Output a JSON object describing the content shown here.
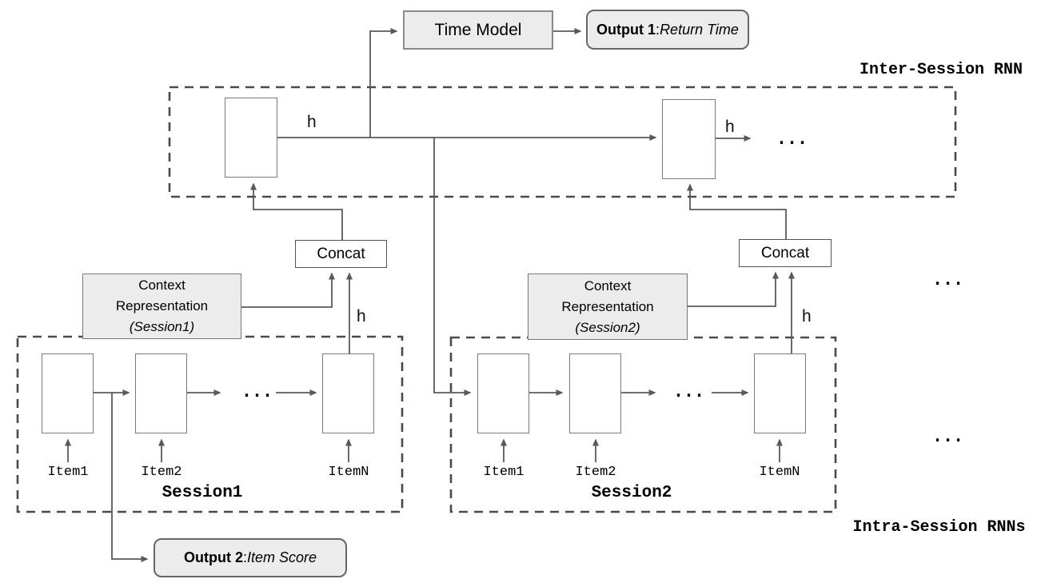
{
  "colors": {
    "line": "#595959",
    "dash": "#4a4a4a",
    "cell_border": "#7a7a7a",
    "box_fill": "#ececec"
  },
  "top": {
    "time_model_label": "Time Model",
    "output1_bold": "Output 1",
    "output1_sep": ": ",
    "output1_italic": "Return Time"
  },
  "inter_session": {
    "title": "Inter-Session RNN",
    "h_left": "h",
    "h_right": "h",
    "ellipsis": "..."
  },
  "concat": {
    "left_label": "Concat",
    "right_label": "Concat"
  },
  "context_left": {
    "line1": "Context",
    "line2": "Representation",
    "line3": "(Session1)"
  },
  "context_right": {
    "line1": "Context",
    "line2": "Representation",
    "line3": "(Session2)"
  },
  "session_h": {
    "left": "h",
    "right": "h"
  },
  "session1": {
    "title": "Session1",
    "items": [
      "Item1",
      "Item2",
      "ItemN"
    ],
    "ellipsis": "..."
  },
  "session2": {
    "title": "Session2",
    "items": [
      "Item1",
      "Item2",
      "ItemN"
    ],
    "ellipsis": "..."
  },
  "right_margin": {
    "ellipsis_top": "...",
    "ellipsis_bottom": "..."
  },
  "intra_session": {
    "title": "Intra-Session RNNs"
  },
  "output2": {
    "bold": "Output 2",
    "sep": ": ",
    "italic": "Item Score"
  }
}
